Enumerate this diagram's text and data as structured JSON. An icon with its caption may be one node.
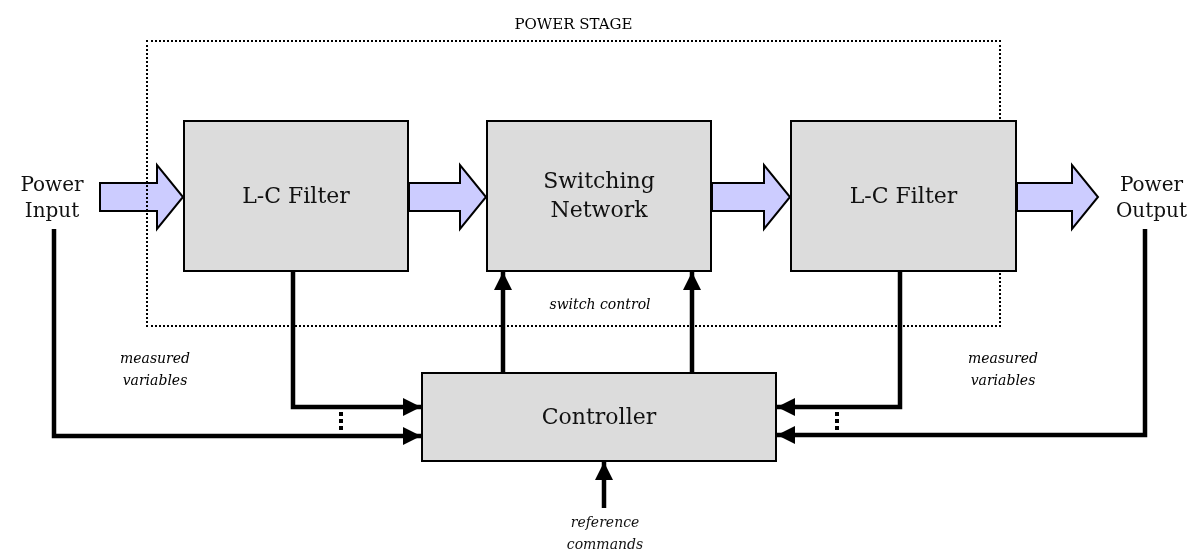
{
  "diagram": {
    "nodes": [
      {
        "text": [
          "POWER STAGE"
        ]
      },
      {
        "text": [
          "Power Input"
        ]
      },
      {
        "text": [
          "L-C Filter"
        ],
        "in": 0
      },
      {
        "text": [
          "Switching Network"
        ],
        "in": 0
      },
      {
        "text": [
          "L-C Filter"
        ],
        "in": 0
      },
      {
        "text": [
          "Power Output"
        ]
      },
      {
        "text": [
          "Controller"
        ]
      },
      {
        "text": [
          "reference commands"
        ]
      }
    ],
    "edges": [
      {
        "from": 1,
        "to": 2,
        "arrow": "to",
        "style": "thick",
        "color": "#ccccff"
      },
      {
        "from": 2,
        "to": 3,
        "arrow": "to",
        "style": "thick",
        "color": "#ccccff"
      },
      {
        "from": 3,
        "to": 4,
        "arrow": "to",
        "style": "thick",
        "color": "#ccccff"
      },
      {
        "from": 4,
        "to": 5,
        "arrow": "to",
        "style": "thick",
        "color": "#ccccff"
      },
      {
        "from": 2,
        "to": 6,
        "arrow": "to"
      },
      {
        "from": 1,
        "to": 6,
        "arrow": "to"
      },
      {
        "from": 4,
        "to": 6,
        "arrow": "to"
      },
      {
        "from": 5,
        "to": 6,
        "arrow": "to"
      },
      {
        "from": 6,
        "to": 3,
        "arrow": "to"
      },
      {
        "from": 6,
        "to": 3,
        "arrow": "to"
      },
      {
        "from": 7,
        "to": 6,
        "arrow": "to"
      }
    ],
    "labels": [
      "measured variables",
      "switch control",
      "measured variables"
    ]
  }
}
